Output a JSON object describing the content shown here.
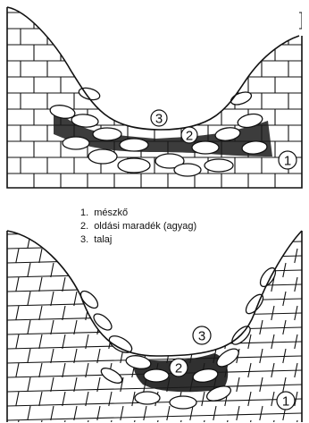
{
  "legend": {
    "items": [
      {
        "num": "1.",
        "label": "mészkő"
      },
      {
        "num": "2.",
        "label": "oldási maradék (agyag)"
      },
      {
        "num": "3.",
        "label": "talaj"
      }
    ]
  },
  "top_panel": {
    "markers": [
      "3",
      "2",
      "1"
    ]
  },
  "bottom_panel": {
    "markers": [
      "3",
      "2",
      "1"
    ]
  },
  "colors": {
    "ink": "#111111",
    "clay": "#1a1a1a",
    "paper": "#ffffff"
  }
}
